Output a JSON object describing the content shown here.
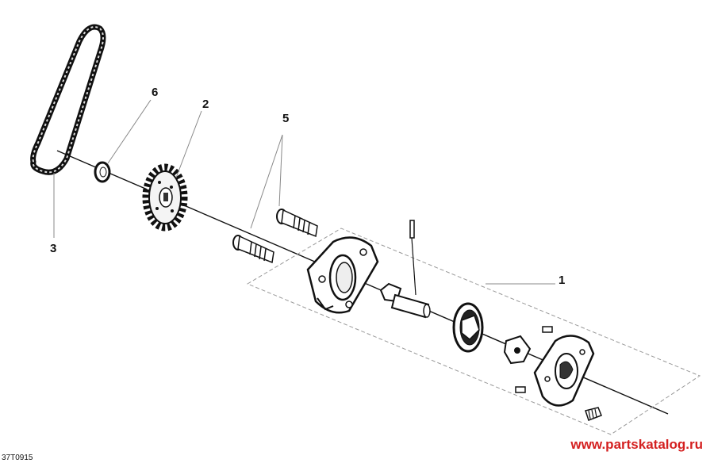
{
  "callouts": {
    "one": "1",
    "two": "2",
    "three": "3",
    "five": "5",
    "six": "6"
  },
  "reference_code": "37T0915",
  "watermark": "www.partskatalog.ru",
  "colors": {
    "line": "#111111",
    "leader": "#888888",
    "watermark": "#d42020"
  }
}
